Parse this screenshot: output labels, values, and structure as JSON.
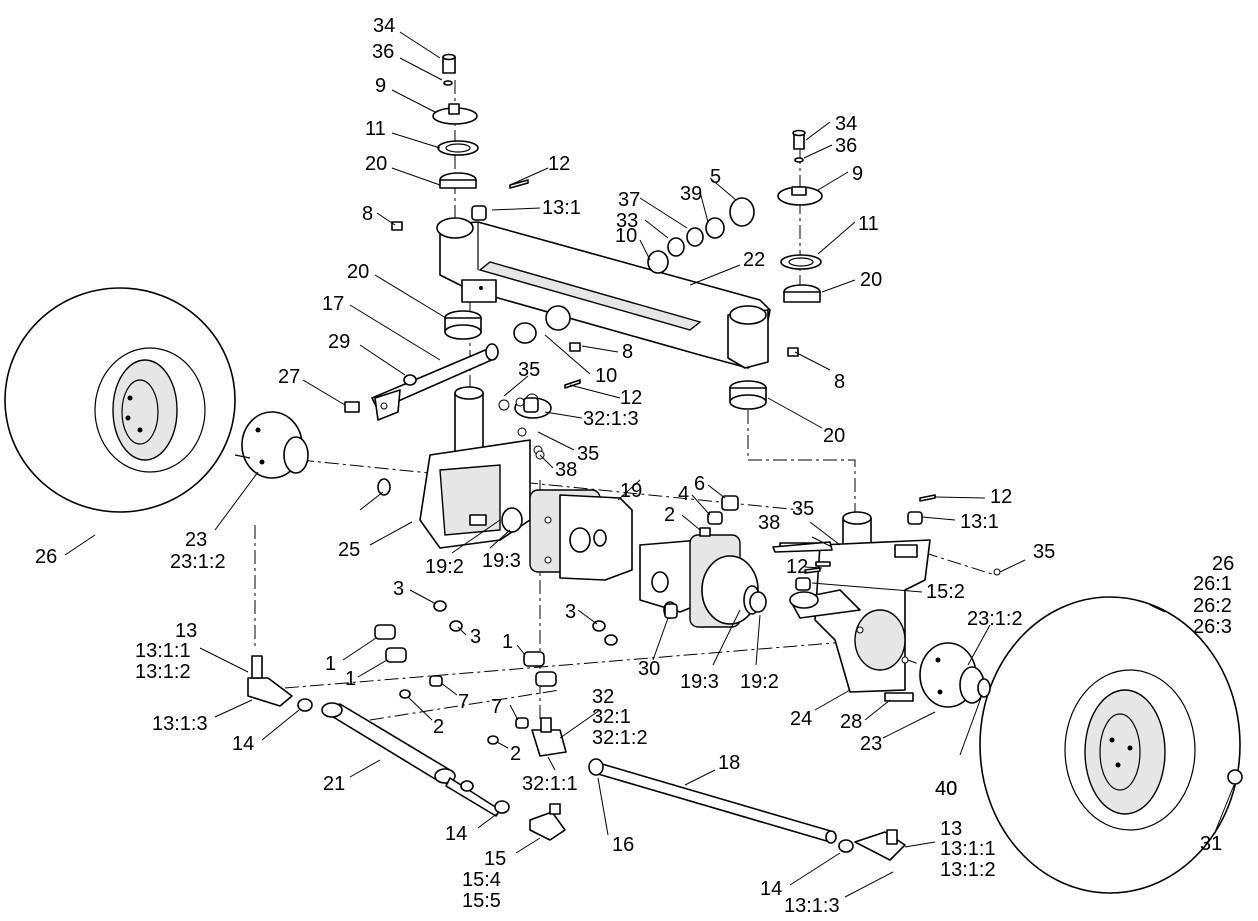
{
  "diagram": {
    "callouts": [
      {
        "id": "c1",
        "lines": [
          "34"
        ]
      },
      {
        "id": "c2",
        "lines": [
          "36"
        ]
      },
      {
        "id": "c3",
        "lines": [
          "9"
        ]
      },
      {
        "id": "c4",
        "lines": [
          "11"
        ]
      },
      {
        "id": "c5",
        "lines": [
          "20"
        ]
      },
      {
        "id": "c6",
        "lines": [
          "12"
        ]
      },
      {
        "id": "c7",
        "lines": [
          "13:1"
        ]
      },
      {
        "id": "c8",
        "lines": [
          "8"
        ]
      },
      {
        "id": "c9",
        "lines": [
          "20"
        ]
      },
      {
        "id": "c10",
        "lines": [
          "17"
        ]
      },
      {
        "id": "c11",
        "lines": [
          "29"
        ]
      },
      {
        "id": "c12",
        "lines": [
          "27"
        ]
      },
      {
        "id": "c13",
        "lines": [
          "35"
        ]
      },
      {
        "id": "c14",
        "lines": [
          "12"
        ]
      },
      {
        "id": "c15",
        "lines": [
          "32:1:3"
        ]
      },
      {
        "id": "c16",
        "lines": [
          "35"
        ]
      },
      {
        "id": "c17",
        "lines": [
          "38"
        ]
      },
      {
        "id": "c18",
        "lines": [
          "8"
        ]
      },
      {
        "id": "c19",
        "lines": [
          "10"
        ]
      },
      {
        "id": "c20",
        "lines": [
          "10"
        ]
      },
      {
        "id": "c21",
        "lines": [
          "33"
        ]
      },
      {
        "id": "c22",
        "lines": [
          "37"
        ]
      },
      {
        "id": "c23",
        "lines": [
          "39"
        ]
      },
      {
        "id": "c24",
        "lines": [
          "5"
        ]
      },
      {
        "id": "c25",
        "lines": [
          "22"
        ]
      },
      {
        "id": "c26",
        "lines": [
          "34"
        ]
      },
      {
        "id": "c27",
        "lines": [
          "36"
        ]
      },
      {
        "id": "c28",
        "lines": [
          "9"
        ]
      },
      {
        "id": "c29",
        "lines": [
          "11"
        ]
      },
      {
        "id": "c30",
        "lines": [
          "20"
        ]
      },
      {
        "id": "c31",
        "lines": [
          "8"
        ]
      },
      {
        "id": "c32",
        "lines": [
          "20"
        ]
      },
      {
        "id": "c33",
        "lines": [
          "19"
        ]
      },
      {
        "id": "c34",
        "lines": [
          "4"
        ]
      },
      {
        "id": "c35",
        "lines": [
          "6"
        ]
      },
      {
        "id": "c36",
        "lines": [
          "2"
        ]
      },
      {
        "id": "c37",
        "lines": [
          "12"
        ]
      },
      {
        "id": "c38",
        "lines": [
          "13:1"
        ]
      },
      {
        "id": "c39",
        "lines": [
          "38"
        ]
      },
      {
        "id": "c40",
        "lines": [
          "35"
        ]
      },
      {
        "id": "c41",
        "lines": [
          "35"
        ]
      },
      {
        "id": "c42",
        "lines": [
          "12"
        ]
      },
      {
        "id": "c43",
        "lines": [
          "15:2"
        ]
      },
      {
        "id": "c44",
        "lines": [
          "26",
          "26:1",
          "26:2",
          "26:3"
        ]
      },
      {
        "id": "c45",
        "lines": [
          "23:1:2"
        ]
      },
      {
        "id": "c46",
        "lines": [
          "40"
        ]
      },
      {
        "id": "c47",
        "lines": [
          "25"
        ]
      },
      {
        "id": "c48",
        "lines": [
          "19:2"
        ]
      },
      {
        "id": "c49",
        "lines": [
          "19:3"
        ]
      },
      {
        "id": "c50",
        "lines": [
          "23",
          "23:1:2"
        ]
      },
      {
        "id": "c51",
        "lines": [
          "26"
        ]
      },
      {
        "id": "c52",
        "lines": [
          "3"
        ]
      },
      {
        "id": "c53",
        "lines": [
          "3"
        ]
      },
      {
        "id": "c54",
        "lines": [
          "3"
        ]
      },
      {
        "id": "c55",
        "lines": [
          "1"
        ]
      },
      {
        "id": "c56",
        "lines": [
          "1"
        ]
      },
      {
        "id": "c57",
        "lines": [
          "1"
        ]
      },
      {
        "id": "c58",
        "lines": [
          "30"
        ]
      },
      {
        "id": "c59",
        "lines": [
          "19:3"
        ]
      },
      {
        "id": "c60",
        "lines": [
          "19:2"
        ]
      },
      {
        "id": "c61",
        "lines": [
          "24"
        ]
      },
      {
        "id": "c62",
        "lines": [
          "28"
        ]
      },
      {
        "id": "c63",
        "lines": [
          "23"
        ]
      },
      {
        "id": "c64",
        "lines": [
          "40"
        ]
      },
      {
        "id": "c65",
        "lines": [
          "13",
          "13:1:1",
          "13:1:2"
        ]
      },
      {
        "id": "c66",
        "lines": [
          "13:1:3"
        ]
      },
      {
        "id": "c67",
        "lines": [
          "14"
        ]
      },
      {
        "id": "c68",
        "lines": [
          "7"
        ]
      },
      {
        "id": "c69",
        "lines": [
          "2"
        ]
      },
      {
        "id": "c70",
        "lines": [
          "7"
        ]
      },
      {
        "id": "c71",
        "lines": [
          "2"
        ]
      },
      {
        "id": "c72",
        "lines": [
          "32",
          "32:1",
          "32:1:2"
        ]
      },
      {
        "id": "c73",
        "lines": [
          "32:1:1"
        ]
      },
      {
        "id": "c74",
        "lines": [
          "21"
        ]
      },
      {
        "id": "c75",
        "lines": [
          "18"
        ]
      },
      {
        "id": "c76",
        "lines": [
          "14"
        ]
      },
      {
        "id": "c77",
        "lines": [
          "16"
        ]
      },
      {
        "id": "c78",
        "lines": [
          "15",
          "15:4",
          "15:5"
        ]
      },
      {
        "id": "c79",
        "lines": [
          "14"
        ]
      },
      {
        "id": "c80",
        "lines": [
          "13:1:3"
        ]
      },
      {
        "id": "c81",
        "lines": [
          "13",
          "13:1:1",
          "13:1:2"
        ]
      },
      {
        "id": "c82",
        "lines": [
          "31"
        ]
      }
    ]
  }
}
